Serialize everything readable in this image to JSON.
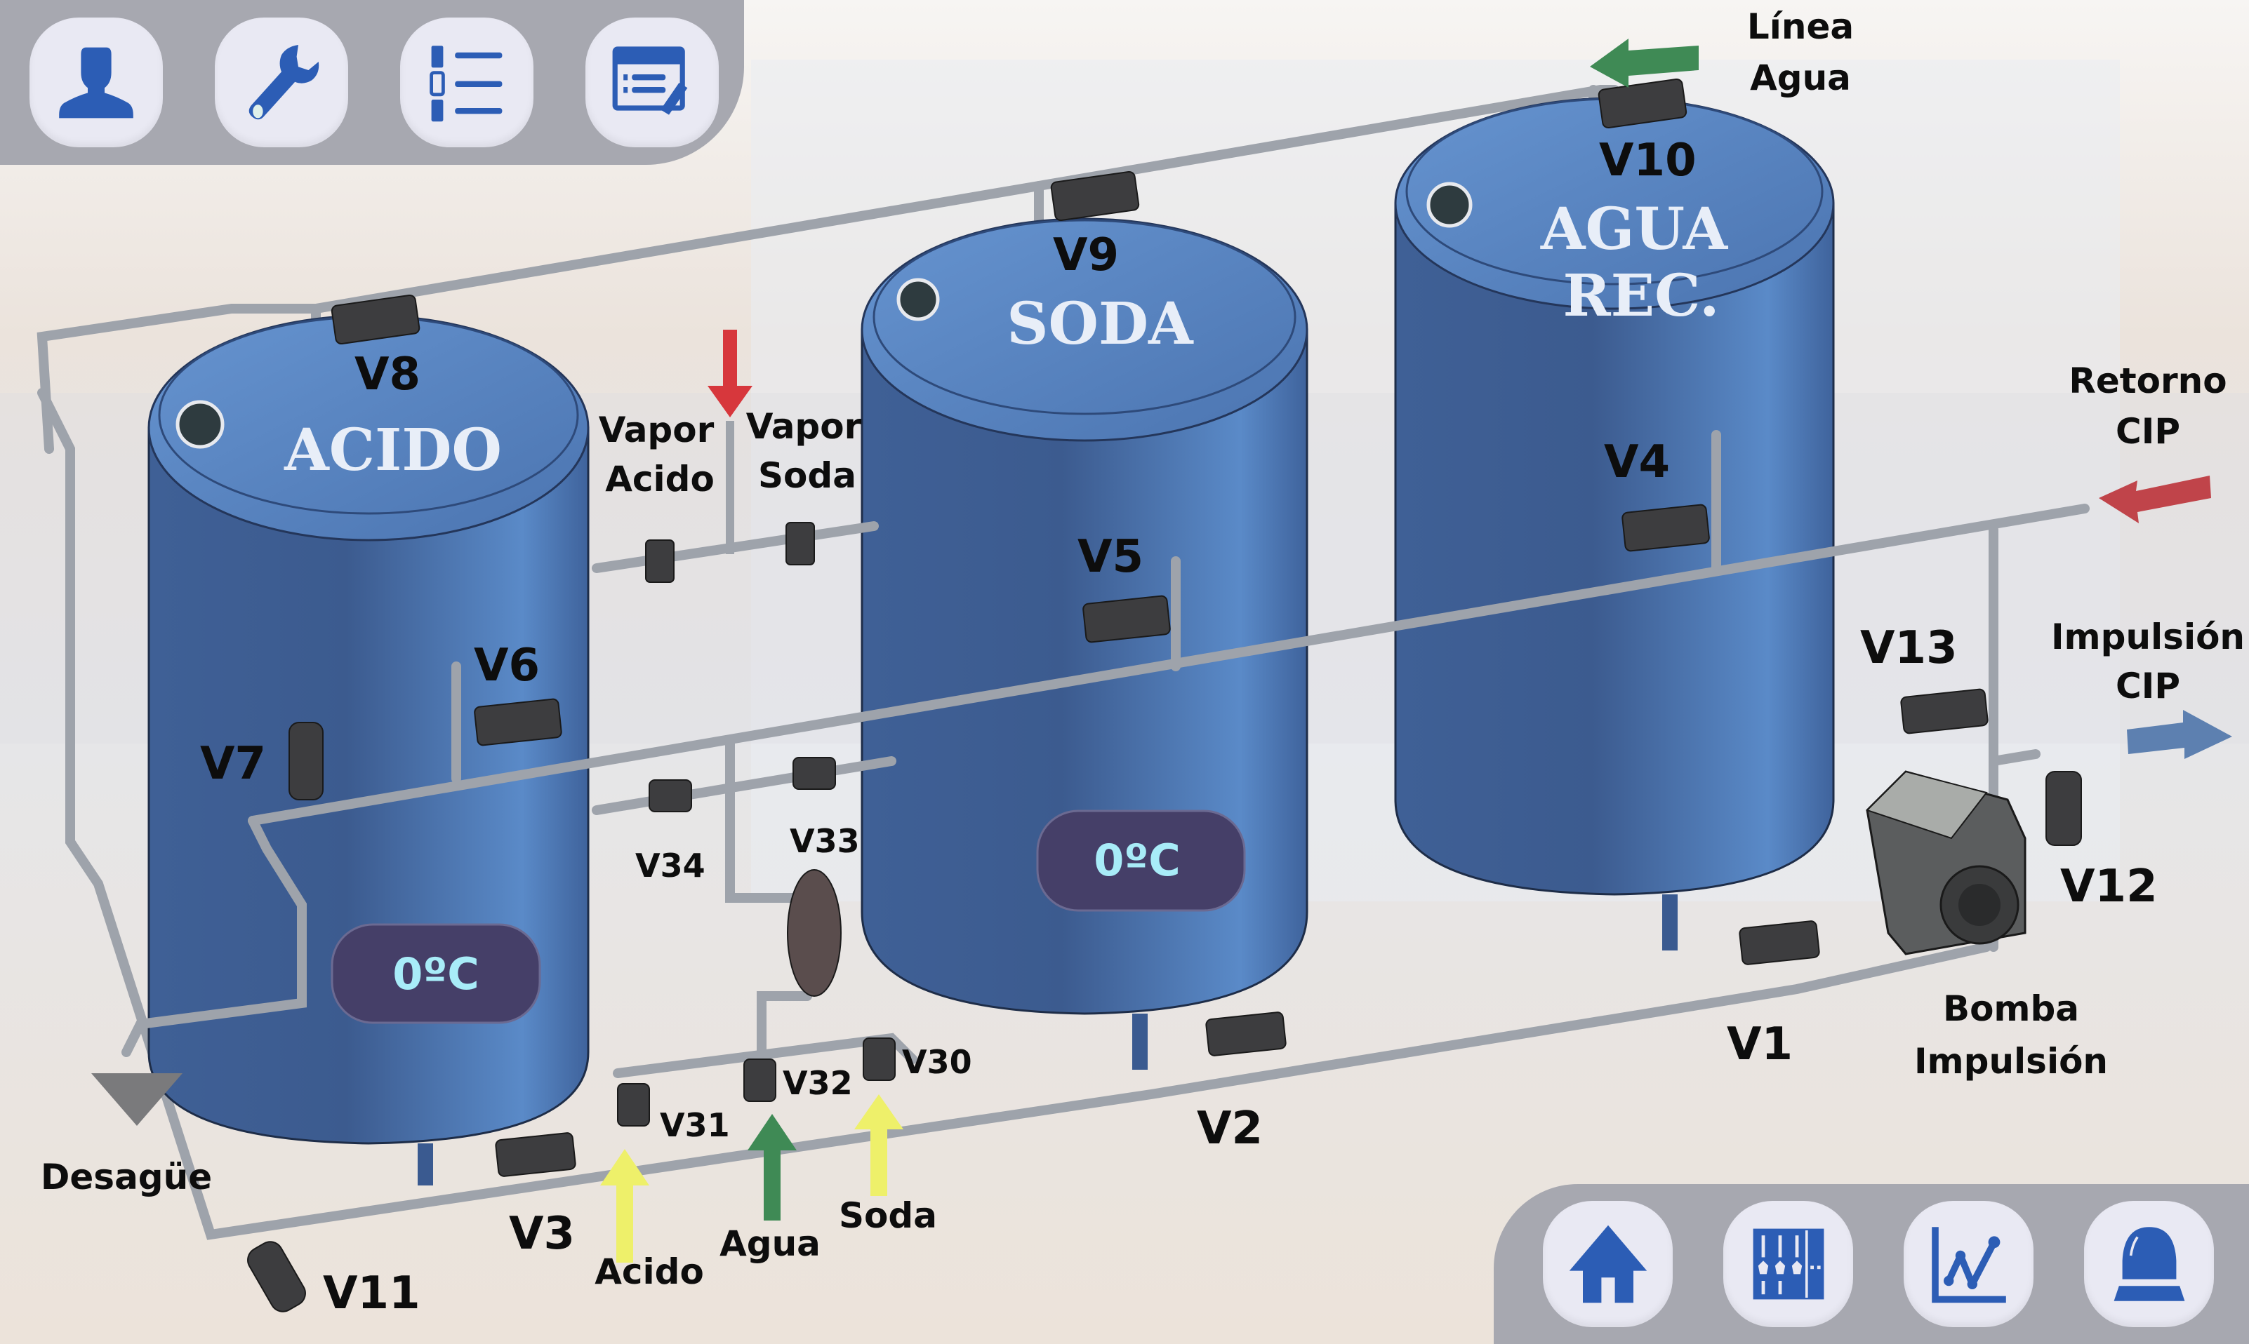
{
  "toolbar_top": {
    "buttons": [
      {
        "icon": "user-icon"
      },
      {
        "icon": "wrench-icon"
      },
      {
        "icon": "list-icon"
      },
      {
        "icon": "edit-form-icon"
      }
    ]
  },
  "toolbar_bottom": {
    "buttons": [
      {
        "icon": "home-icon"
      },
      {
        "icon": "process-diagram-icon"
      },
      {
        "icon": "trend-chart-icon"
      },
      {
        "icon": "alarm-bell-icon"
      }
    ]
  },
  "tanks": {
    "acido": {
      "title": "ACIDO",
      "temperature": "0ºC"
    },
    "soda": {
      "title": "SODA",
      "temperature": "0ºC"
    },
    "agua": {
      "title_line1": "AGUA",
      "title_line2": "REC."
    }
  },
  "valves": {
    "v1": "V1",
    "v2": "V2",
    "v3": "V3",
    "v4": "V4",
    "v5": "V5",
    "v6": "V6",
    "v7": "V7",
    "v8": "V8",
    "v9": "V9",
    "v10": "V10",
    "v11": "V11",
    "v12": "V12",
    "v13": "V13",
    "v30": "V30",
    "v31": "V31",
    "v32": "V32",
    "v33": "V33",
    "v34": "V34"
  },
  "flows": {
    "linea_agua": {
      "line1": "Línea",
      "line2": "Agua"
    },
    "vapor_acido": {
      "line1": "Vapor",
      "line2": "Acido"
    },
    "vapor_soda": {
      "line1": "Vapor",
      "line2": "Soda"
    },
    "retorno_cip": {
      "line1": "Retorno",
      "line2": "CIP"
    },
    "impulsion_cip": {
      "line1": "Impulsión",
      "line2": "CIP"
    },
    "bomba": {
      "line1": "Bomba",
      "line2": "Impulsión"
    },
    "desague": "Desagüe",
    "acido_in": "Acido",
    "agua_in": "Agua",
    "soda_in": "Soda"
  },
  "colors": {
    "tank_blue": "#4a76b4",
    "toolbar_gray": "#a7a8b0",
    "button_bg": "#e9e9f3",
    "icon_blue": "#2c5db5",
    "temp_bg": "#453f68",
    "temp_text": "#a8ecf8",
    "arrow_green": "#3f8a55",
    "arrow_red": "#d7373c",
    "arrow_yellow": "#eef06a",
    "arrow_blue": "#5d80b0"
  }
}
